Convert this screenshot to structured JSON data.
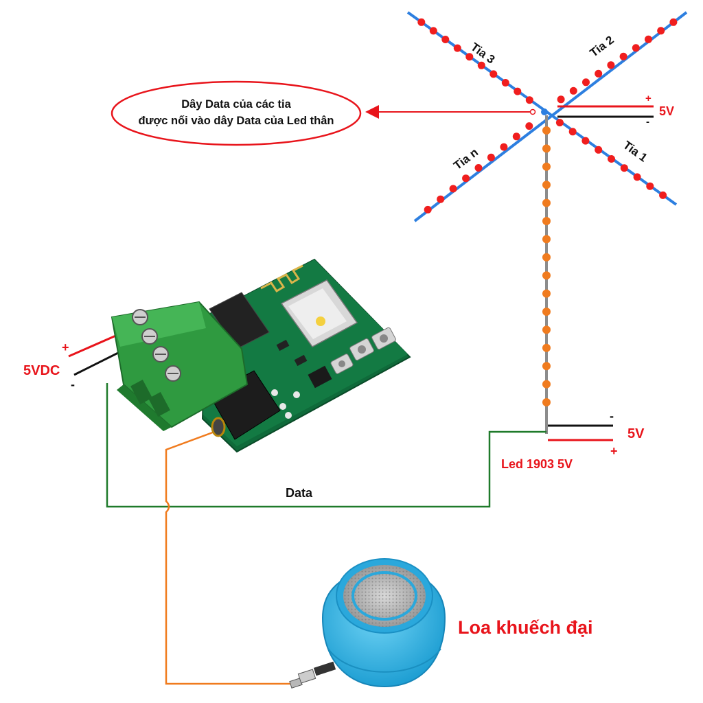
{
  "colors": {
    "red": "#e8141b",
    "black": "#111111",
    "green": "#1f7a2a",
    "orange": "#f07b1e",
    "blue": "#2d7fe0",
    "led_red": "#f01e1e",
    "gray": "#8c8c8c",
    "speaker": "#3bb7e6",
    "pcb": "#0f6a3a",
    "terminal": "#3aa84a"
  },
  "callout": {
    "line1": "Dây Data của các tia",
    "line2": "được nối vào dây Data của Led thân"
  },
  "rays": {
    "tia1": "Tia 1",
    "tia2": "Tia 2",
    "tia3": "Tia 3",
    "tian": "Tia n",
    "plus": "+",
    "minus": "-",
    "voltage": "5V"
  },
  "power_in": {
    "plus": "+",
    "minus": "-",
    "label": "5VDC"
  },
  "trunk": {
    "minus": "-",
    "plus": "+",
    "voltage": "5V",
    "led_label": "Led 1903 5V"
  },
  "data_label": "Data",
  "speaker_label": "Loa khuếch đại",
  "icons": {
    "board": "controller-board-icon",
    "speaker": "speaker-icon",
    "jack": "audio-plug-icon"
  }
}
